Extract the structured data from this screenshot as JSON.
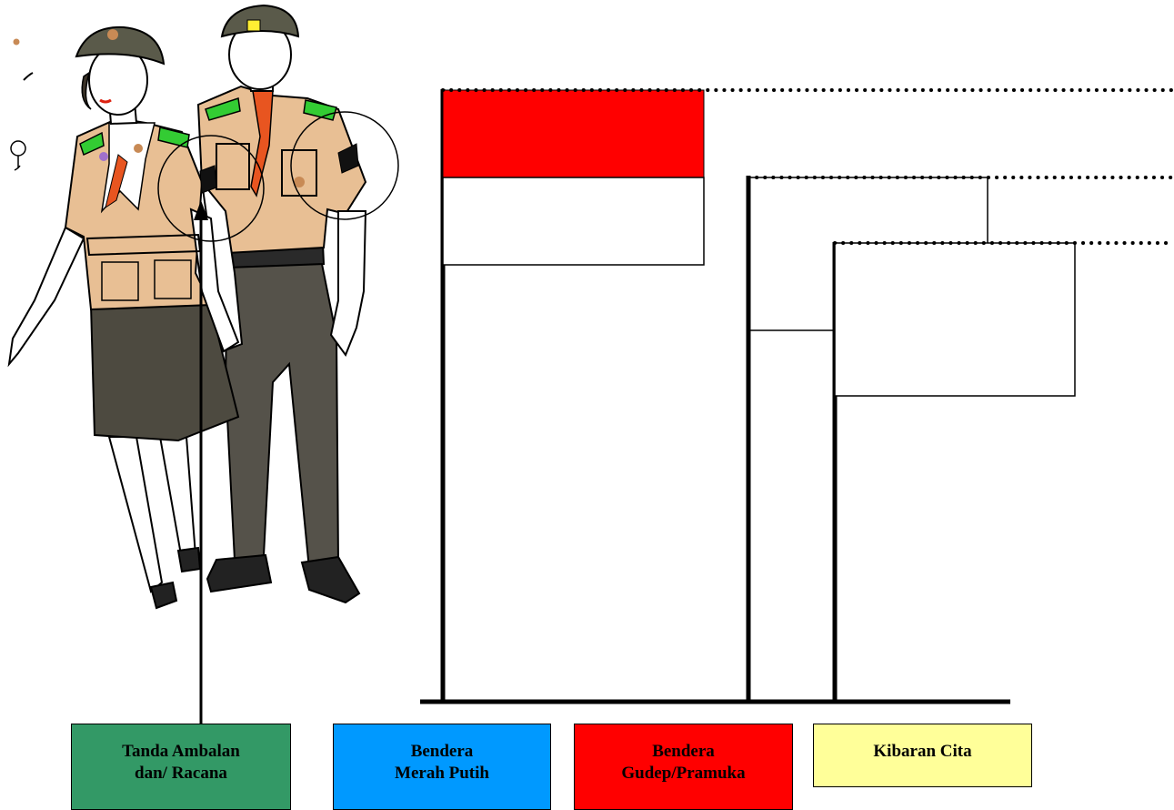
{
  "labels": {
    "ambalan": {
      "line1": "Tanda Ambalan",
      "line2": "dan/ Racana",
      "color": "#339966"
    },
    "merah_putih": {
      "line1": "Bendera",
      "line2": "Merah Putih",
      "color": "#0099ff"
    },
    "gudep": {
      "line1": "Bendera",
      "line2": "Gudep/Pramuka",
      "color": "#ff0000"
    },
    "kibaran_cita": {
      "line1": "Kibaran Cita",
      "line2": "",
      "color": "#ffff99"
    }
  },
  "colors": {
    "flag_red": "#ff0000",
    "flag_white": "#ffffff",
    "uniform_shirt": "#e8bf94",
    "uniform_dark": "#4d4a40",
    "beret": "#5a5a4a",
    "shoulder_strap": "#33cc33"
  },
  "icons": [
    "scout-girl-figure",
    "scout-boy-figure",
    "arrow-up-icon",
    "magnifier-circle-icon"
  ]
}
